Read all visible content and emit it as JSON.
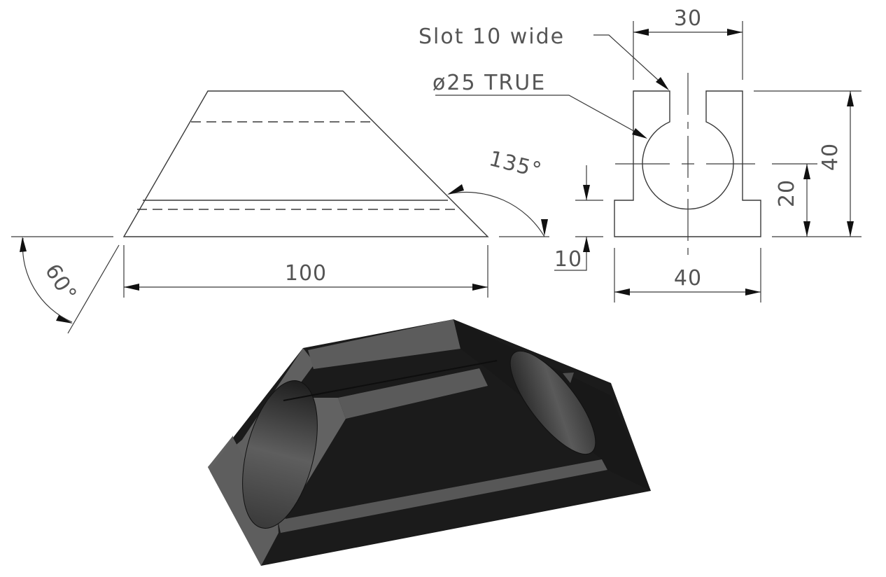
{
  "drawing": {
    "front_view": {
      "dim_width": "100",
      "angle_left": "60°",
      "angle_right": "135°"
    },
    "side_view": {
      "dim_top_width": "30",
      "dim_base_width": "40",
      "dim_total_height": "40",
      "dim_center_height": "20",
      "dim_base_height": "10",
      "note_slot": "Slot 10 wide",
      "note_hole": "ø25 TRUE"
    },
    "iso_view": {
      "face_dark": "#1b1b1b",
      "face_light": "#5a5a5a",
      "face_mid": "#6a6a6a"
    },
    "line_color": "#3a3a3a",
    "text_color": "#555555"
  }
}
